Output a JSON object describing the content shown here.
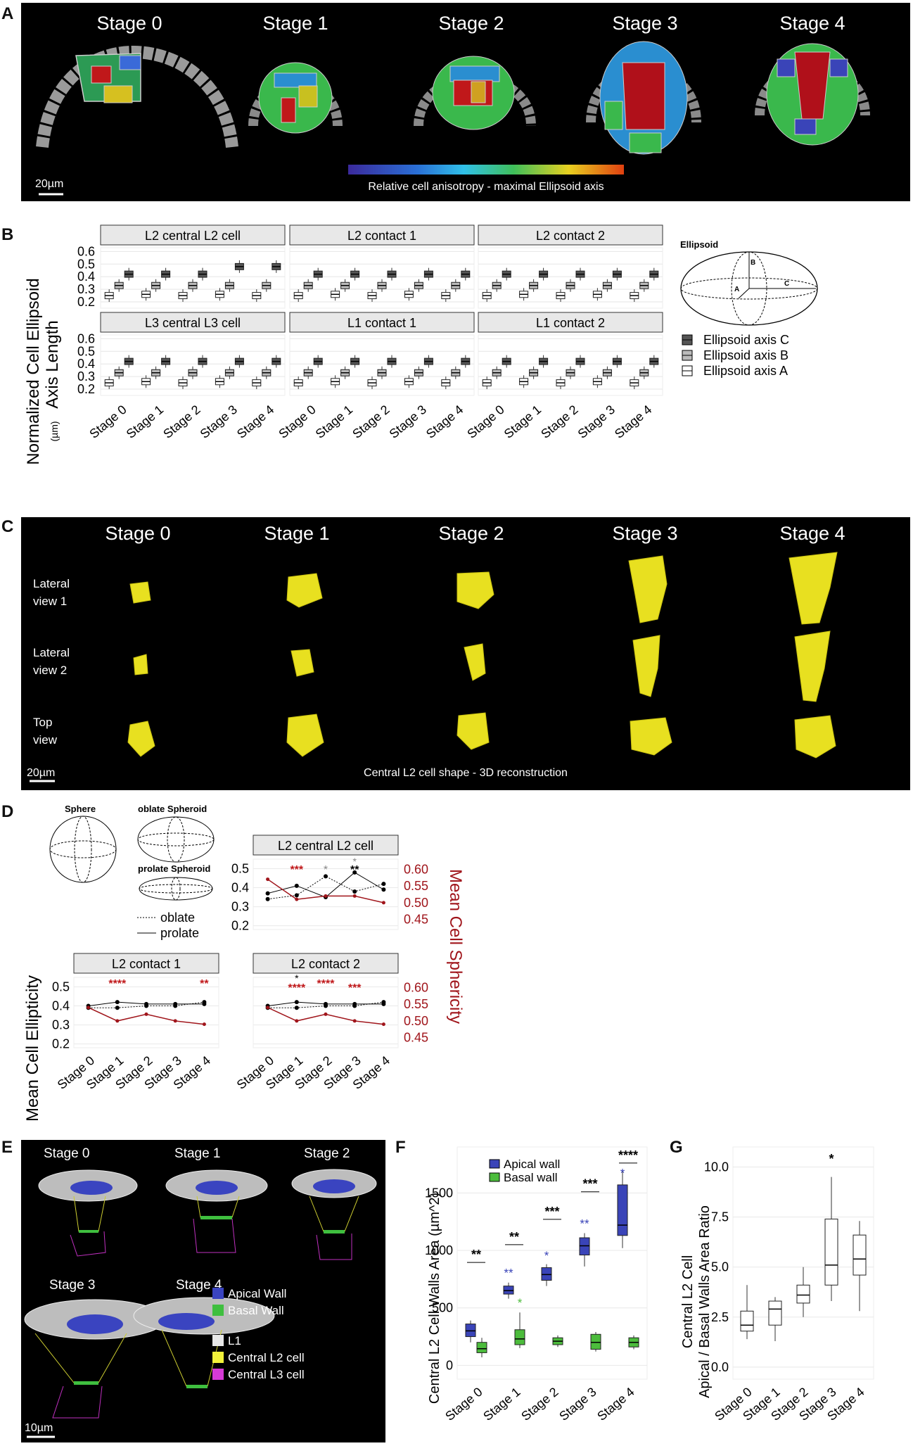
{
  "panel_labels": [
    "A",
    "B",
    "C",
    "D",
    "E",
    "F",
    "G"
  ],
  "panelA": {
    "stages": [
      "Stage 0",
      "Stage 1",
      "Stage 2",
      "Stage 3",
      "Stage 4"
    ],
    "scale": "20µm",
    "colorbar_label": "Relative cell anisotropy - maximal Ellipsoid axis",
    "colorbar_colors": [
      "#3b2a9c",
      "#2a6fd6",
      "#30c0e8",
      "#3fbf5a",
      "#e8d020",
      "#e04010"
    ]
  },
  "panelB": {
    "ylabel_line1": "Normalized Cell Ellipsoid",
    "ylabel_line2": "Axis Length",
    "ylabel_unit": "(µm)",
    "facets": [
      "L2 central L2 cell",
      "L2 contact 1",
      "L2 contact 2",
      "L3 central L3 cell",
      "L1 contact 1",
      "L1 contact 2"
    ],
    "yticks": [
      "0.6",
      "0.5",
      "0.4",
      "0.3",
      "0.2"
    ],
    "xticks": [
      "Stage 0",
      "Stage 1",
      "Stage 2",
      "Stage 3",
      "Stage 4"
    ],
    "legend_title": "Ellipsoid",
    "legend": [
      "Ellipsoid axis C",
      "Ellipsoid axis B",
      "Ellipsoid axis A"
    ],
    "axis_letters": [
      "A",
      "B",
      "C"
    ]
  },
  "panelC": {
    "stages": [
      "Stage 0",
      "Stage 1",
      "Stage 2",
      "Stage 3",
      "Stage 4"
    ],
    "rows": [
      [
        "Lateral",
        "view 1"
      ],
      [
        "Lateral",
        "view 2"
      ],
      [
        "Top",
        "view"
      ]
    ],
    "scale": "20µm",
    "caption": "Central L2 cell shape - 3D reconstruction"
  },
  "panelD": {
    "shapes": [
      "Sphere",
      "oblate Spheroid",
      "prolate Spheroid"
    ],
    "legend": [
      "oblate",
      "prolate"
    ],
    "ylabel_left": "Mean Cell Ellipticity",
    "ylabel_right": "Mean Cell Sphericity",
    "facets": [
      "L2 central L2 cell",
      "L2 contact 1",
      "L2 contact 2"
    ],
    "yticks_left": [
      "0.5",
      "0.4",
      "0.3",
      "0.2"
    ],
    "yticks_right": [
      "0.60",
      "0.55",
      "0.50",
      "0.45"
    ],
    "xticks": [
      "Stage 0",
      "Stage 1",
      "Stage 2",
      "Stage 3",
      "Stage 4"
    ],
    "sig_facet1": [
      "***",
      "*",
      "**",
      "*"
    ],
    "sig_facet2": [
      "****",
      "**"
    ],
    "sig_facet3": [
      "*",
      "****",
      "****",
      "***"
    ],
    "sphericity_color": "#a0151b"
  },
  "panelE": {
    "stages": [
      "Stage 0",
      "Stage 1",
      "Stage 2",
      "Stage 3",
      "Stage 4"
    ],
    "legend": [
      "Apical Wall",
      "Basal Wall",
      "L1",
      "Central L2 cell",
      "Central L3 cell"
    ],
    "legend_colors": [
      "#3a44c0",
      "#3fbf3f",
      "#e8e8e8",
      "#f2f23a",
      "#d63ad6"
    ],
    "scale": "10µm"
  },
  "panelF": {
    "ylabel": "Central L2 Cell Walls Area (µm^2)",
    "yticks": [
      "1500",
      "1000",
      "500",
      "0"
    ],
    "xticks": [
      "Stage 0",
      "Stage 1",
      "Stage 2",
      "Stage 3",
      "Stage 4"
    ],
    "legend": [
      "Apical wall",
      "Basal wall"
    ],
    "colors": [
      "#3a44b8",
      "#4cbc3c"
    ],
    "sig_between": [
      "**",
      "**",
      "***",
      "***",
      "****"
    ],
    "sig_apical": [
      "**",
      "*",
      "**",
      "*"
    ],
    "sig_basal": [
      "*"
    ],
    "chart_data": {
      "type": "box",
      "categories": [
        "Stage 0",
        "Stage 1",
        "Stage 2",
        "Stage 3",
        "Stage 4"
      ],
      "series": [
        {
          "name": "Apical wall",
          "median": [
            300,
            650,
            790,
            1040,
            1220
          ],
          "q1": [
            250,
            620,
            740,
            960,
            1130
          ],
          "q3": [
            360,
            690,
            850,
            1110,
            1570
          ],
          "min": [
            200,
            580,
            690,
            860,
            1020
          ],
          "max": [
            390,
            720,
            880,
            1150,
            1700
          ]
        },
        {
          "name": "Basal wall",
          "median": [
            145,
            230,
            210,
            200,
            200
          ],
          "q1": [
            110,
            180,
            180,
            140,
            160
          ],
          "q3": [
            200,
            310,
            240,
            270,
            240
          ],
          "min": [
            70,
            150,
            160,
            120,
            140
          ],
          "max": [
            240,
            460,
            260,
            290,
            260
          ]
        }
      ],
      "ylim": [
        -120,
        1900
      ]
    }
  },
  "panelG": {
    "ylabel_line1": "Central L2 Cell",
    "ylabel_line2": "Apical / Basal Walls Area Ratio",
    "yticks": [
      "10.0",
      "7.5",
      "5.0",
      "2.5",
      "0.0"
    ],
    "xticks": [
      "Stage 0",
      "Stage 1",
      "Stage 2",
      "Stage 3",
      "Stage 4"
    ],
    "sig": "*",
    "chart_data": {
      "type": "box",
      "categories": [
        "Stage 0",
        "Stage 1",
        "Stage 2",
        "Stage 3",
        "Stage 4"
      ],
      "median": [
        2.1,
        2.9,
        3.6,
        5.1,
        5.4
      ],
      "q1": [
        1.8,
        2.1,
        3.2,
        4.1,
        4.6
      ],
      "q3": [
        2.8,
        3.3,
        4.1,
        7.4,
        6.6
      ],
      "min": [
        1.4,
        1.3,
        2.5,
        3.3,
        2.8
      ],
      "max": [
        4.1,
        3.5,
        5.0,
        9.5,
        7.3
      ],
      "ylim": [
        -0.6,
        11
      ]
    }
  }
}
